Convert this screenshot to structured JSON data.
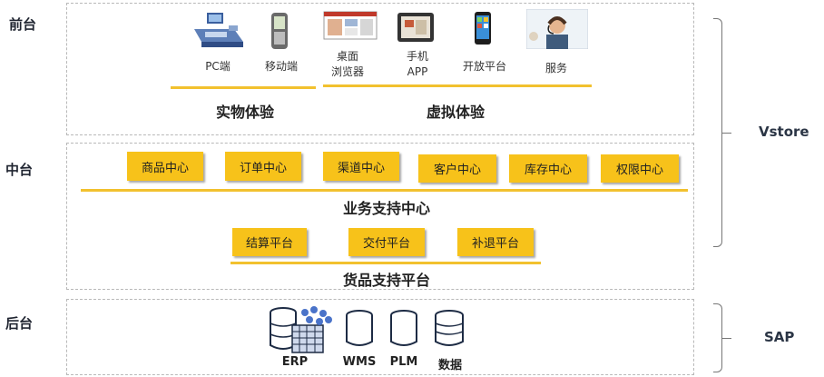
{
  "layers": {
    "front": "前台",
    "middle": "中台",
    "back": "后台"
  },
  "front": {
    "channels": [
      {
        "icon": "pos-terminal-icon",
        "label": "PC端"
      },
      {
        "icon": "mobile-device-icon",
        "label": "移动端"
      },
      {
        "icon": "desktop-browser-icon",
        "label": "桌面\n浏览器"
      },
      {
        "icon": "tablet-icon",
        "label": "手机\nAPP"
      },
      {
        "icon": "smartphone-icon",
        "label": "开放平台"
      },
      {
        "icon": "customer-service-icon",
        "label": "服务"
      }
    ],
    "physical_title": "实物体验",
    "virtual_title": "虚拟体验"
  },
  "middle": {
    "centers": [
      "商品中心",
      "订单中心",
      "渠道中心",
      "客户中心",
      "库存中心",
      "权限中心"
    ],
    "business_title": "业务支持中心",
    "platforms": [
      "结算平台",
      "交付平台",
      "补退平台"
    ],
    "goods_title": "货品支持平台"
  },
  "back": {
    "databases": [
      {
        "icon": "erp-database-icon",
        "label": "ERP"
      },
      {
        "icon": "database-icon",
        "label": "WMS"
      },
      {
        "icon": "database-icon",
        "label": "PLM"
      },
      {
        "icon": "database-icon",
        "label": "数据"
      }
    ]
  },
  "systems": {
    "top": "Vstore",
    "bottom": "SAP"
  },
  "colors": {
    "accent": "#f7c21a",
    "line": "#f2c12e",
    "dashed_border": "#b8b8b8"
  }
}
